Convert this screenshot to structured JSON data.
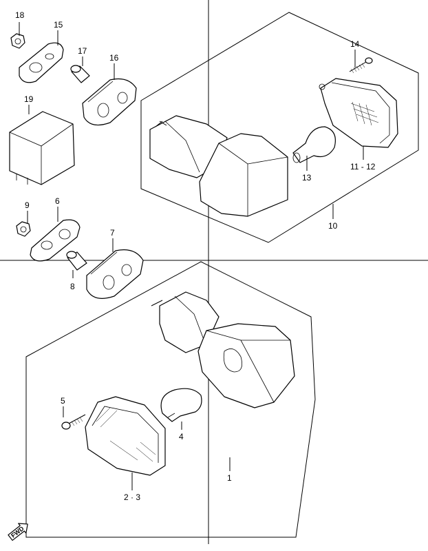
{
  "callouts": {
    "c1": "1",
    "c23": "2 · 3",
    "c4": "4",
    "c5": "5",
    "c6": "6",
    "c7": "7",
    "c8": "8",
    "c9": "9",
    "c10": "10",
    "c1112": "11 - 12",
    "c13": "13",
    "c14": "14",
    "c15": "15",
    "c16": "16",
    "c17": "17",
    "c18": "18",
    "c19": "19"
  },
  "fwd_label": "FWD",
  "icons": {
    "fwd": "fwd-arrow-icon"
  }
}
